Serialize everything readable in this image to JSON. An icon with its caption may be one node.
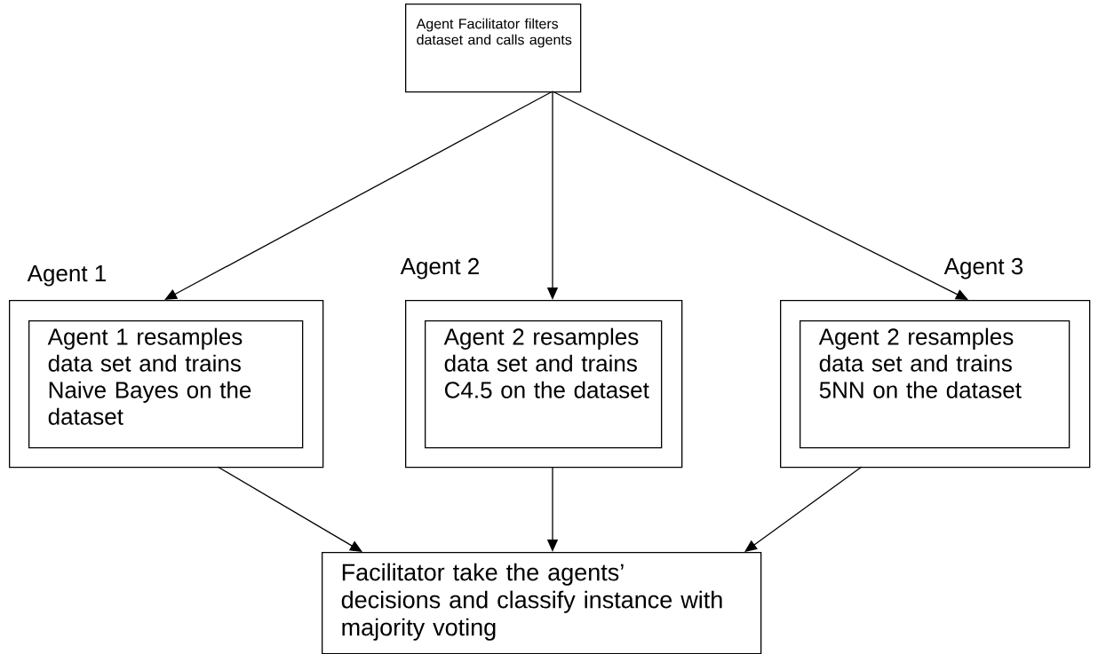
{
  "diagram": {
    "nodes": [
      {
        "text": [
          "Agent Facilitator filters dataset and calls agents"
        ]
      },
      {
        "text": [
          "Agent 1"
        ]
      },
      {
        "text": [
          "Agent 1 resamples data set and trains Naive Bayes on the dataset"
        ],
        "in": 1
      },
      {
        "text": [
          "Agent 2"
        ]
      },
      {
        "text": [
          "Agent 2 resamples data set and trains C4.5 on the dataset"
        ],
        "in": 3
      },
      {
        "text": [
          "Agent 3"
        ]
      },
      {
        "text": [
          "Agent 2 resamples data set and trains 5NN on the dataset"
        ],
        "in": 5
      },
      {
        "text": [
          "Facilitator take the agents’ decisions and classify instance with majority voting"
        ]
      }
    ],
    "edges": [
      {
        "from": 0,
        "to": 1,
        "arrow": "to"
      },
      {
        "from": 0,
        "to": 3,
        "arrow": "to"
      },
      {
        "from": 0,
        "to": 5,
        "arrow": "to"
      },
      {
        "from": 1,
        "to": 7,
        "arrow": "to"
      },
      {
        "from": 3,
        "to": 7,
        "arrow": "to"
      },
      {
        "from": 5,
        "to": 7,
        "arrow": "to"
      }
    ]
  }
}
